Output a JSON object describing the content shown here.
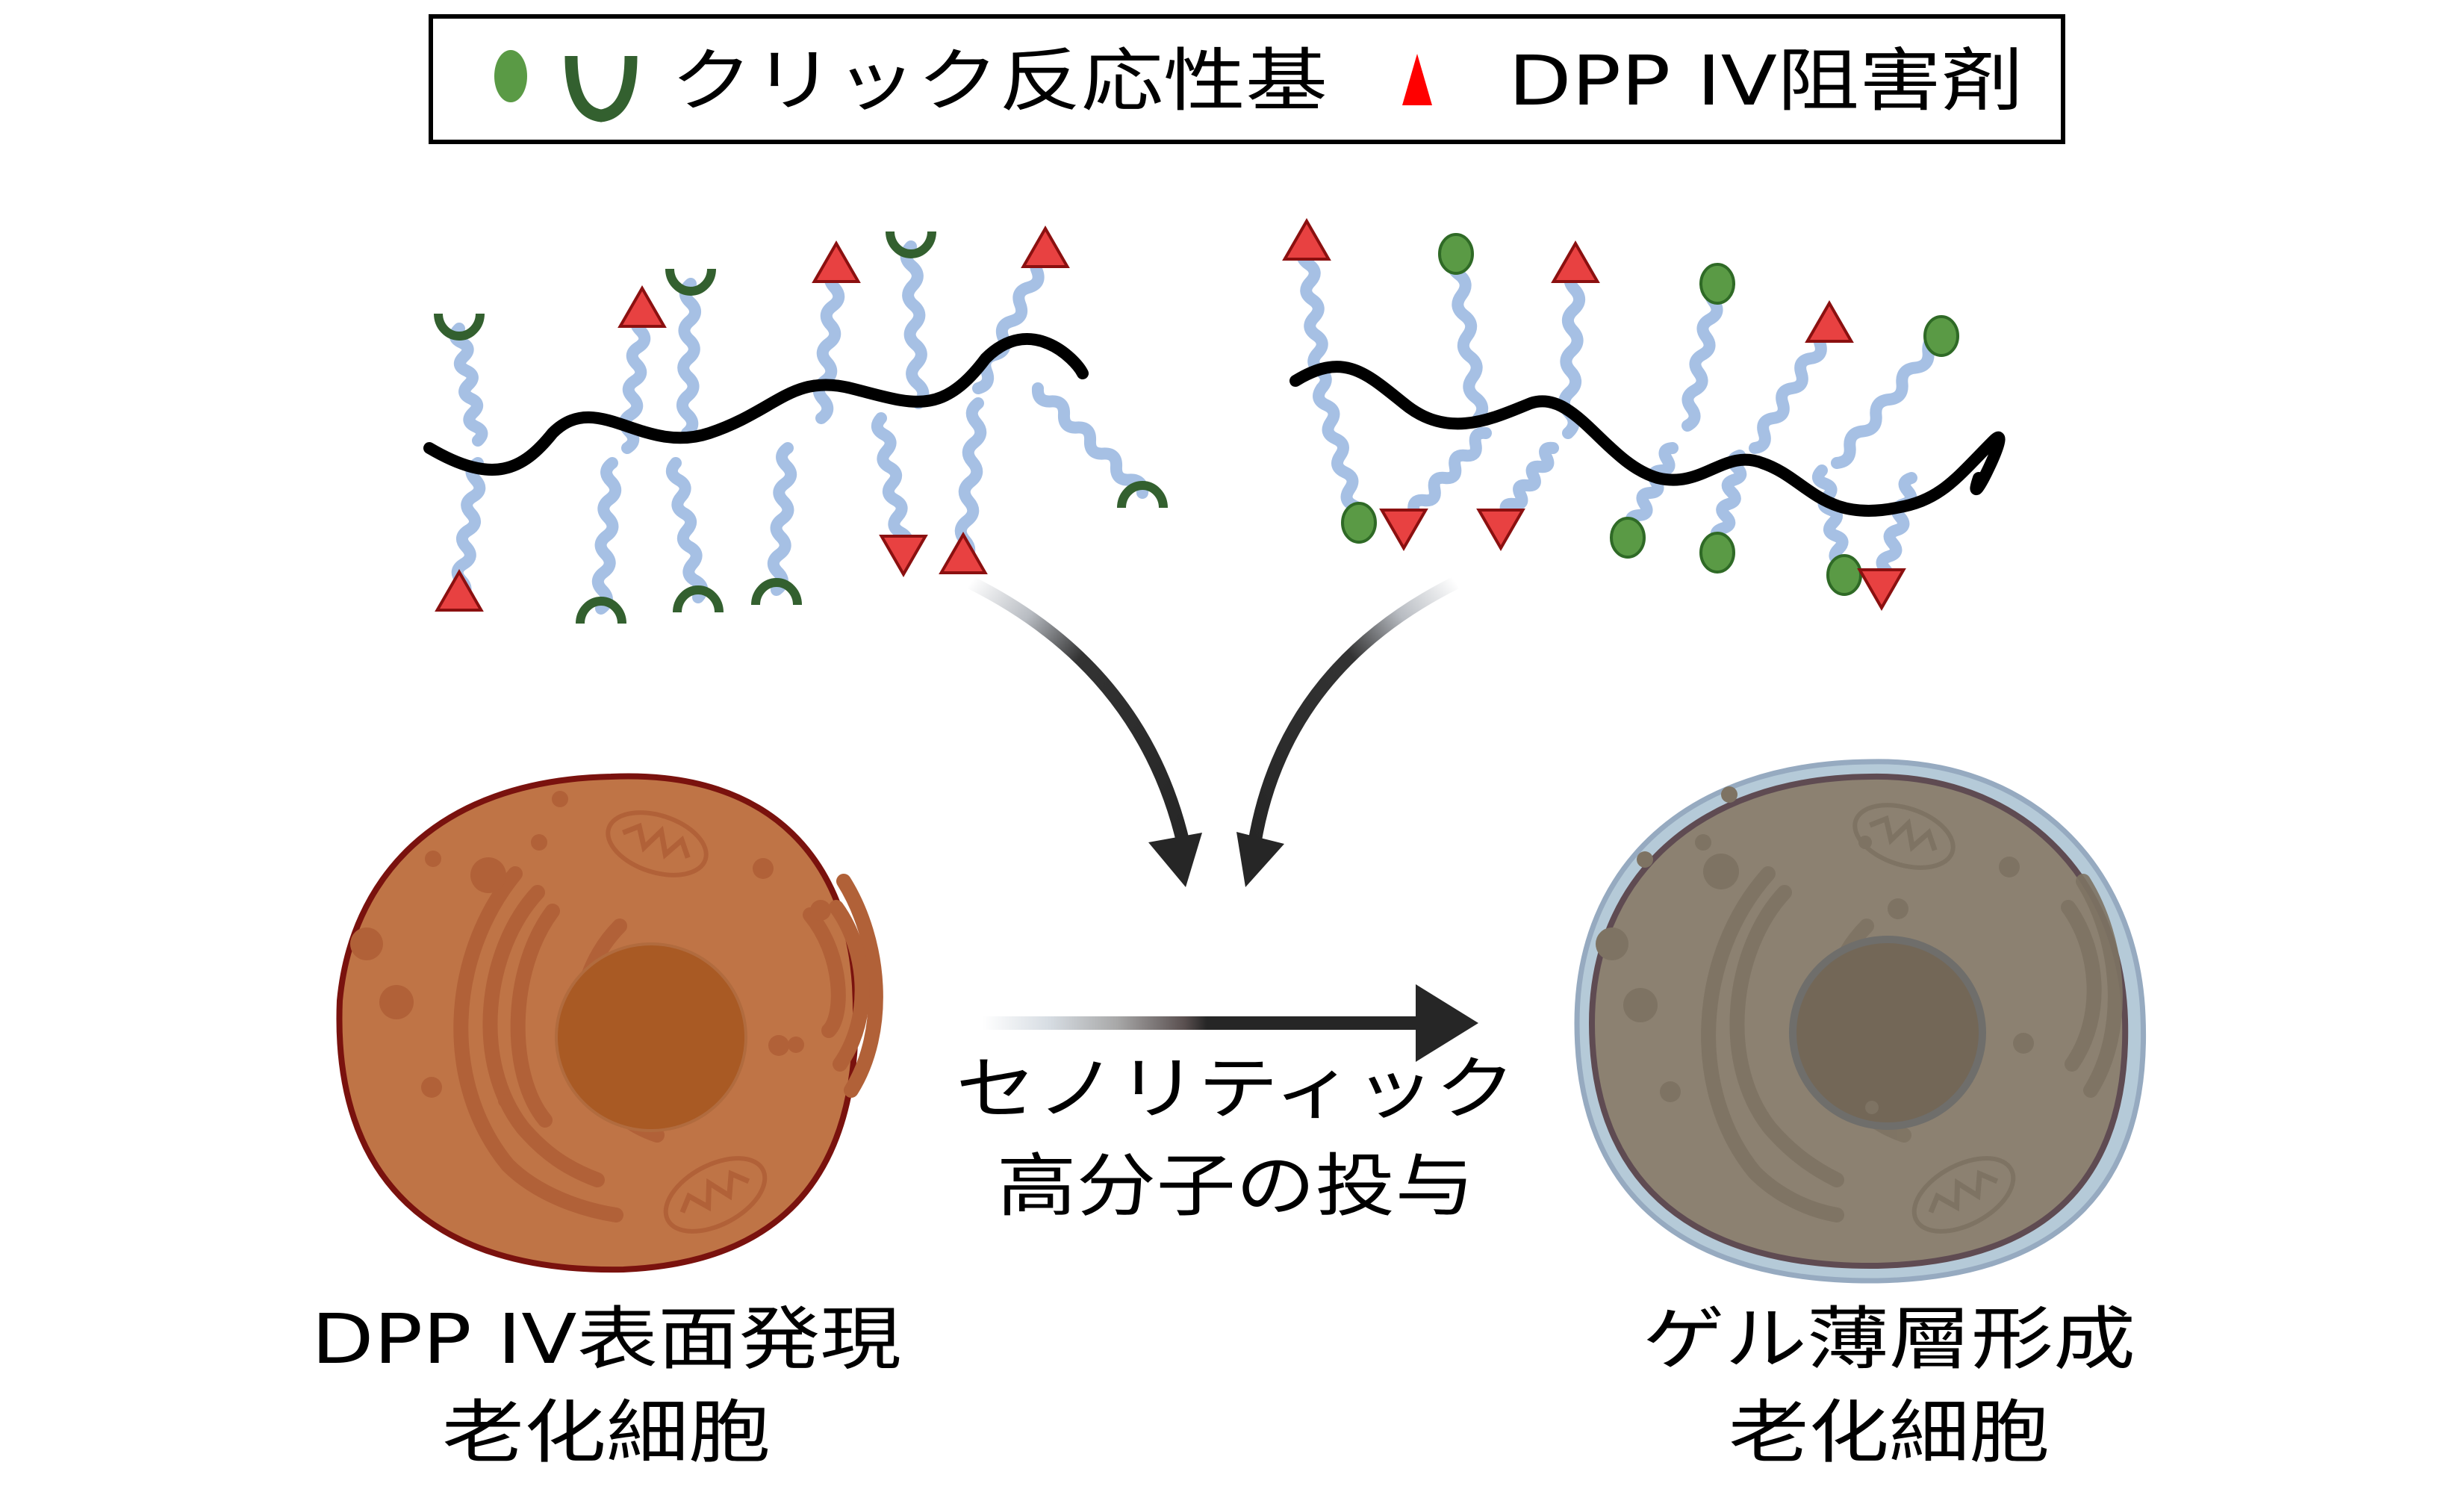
{
  "legend": {
    "click_group_label": "クリック反応性基",
    "inhibitor_label": "DPP IV阻害剤"
  },
  "process": {
    "line1": "セノリティック",
    "line2": "高分子の投与"
  },
  "left_cell": {
    "line1": "DPP IV表面発現",
    "line2": "老化細胞"
  },
  "right_cell": {
    "line1": "ゲル薄層形成",
    "line2": "老化細胞"
  },
  "colors": {
    "backbone": "#000000",
    "side_chain": "#a6c0e4",
    "click_group": "#5a9a45",
    "click_group_cup": "#33602f",
    "inhibitor": "#e84141",
    "inhibitor_stroke": "#8b1010",
    "left_cell_fill": "#bf7446",
    "left_cell_outline": "#7a120e",
    "left_nucleus": "#a95a24",
    "right_cell_fill": "#8c8171",
    "right_cell_outline": "#5f4b52",
    "right_nucleus": "#736757",
    "gel_layer": "#b5cad8",
    "arrow": "#262626"
  }
}
